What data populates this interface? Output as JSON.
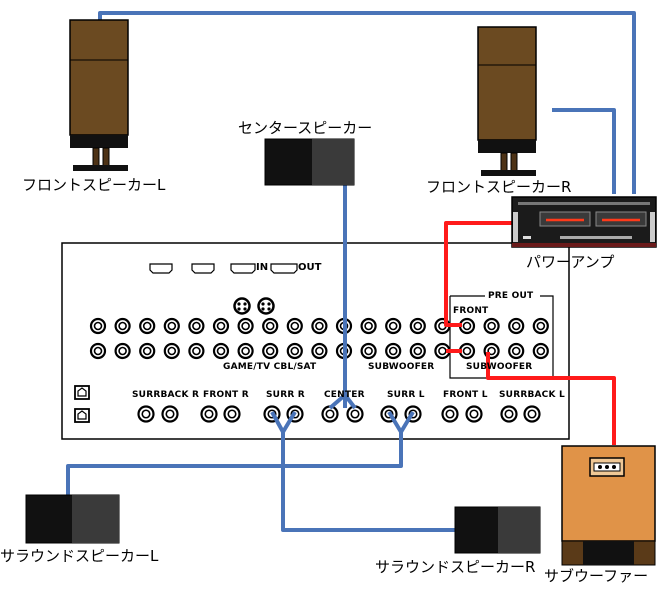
{
  "speakers": {
    "front_left": "フロントスピーカーL",
    "front_right": "フロントスピーカーR",
    "center": "センタースピーカー",
    "surround_left": "サラウンドスピーカーL",
    "surround_right": "サラウンドスピーカーR",
    "subwoofer": "サブウーファー",
    "power_amp": "パワーアンプ"
  },
  "receiver": {
    "io_in": "IN",
    "io_out": "OUT",
    "game_cbl_sat": "GAME/TV CBL/SAT",
    "subwoofer_row": "SUBWOOFER",
    "pre_out": "PRE OUT",
    "pre_out_front": "FRONT",
    "pre_out_subwoofer": "SUBWOOFER",
    "surrback_r": "SURRBACK R",
    "front_r": "FRONT R",
    "surr_r": "SURR R",
    "center": "CENTER",
    "surr_l": "SURR L",
    "front_l": "FRONT L",
    "surrback_l": "SURRBACK L"
  },
  "colors": {
    "speaker_cable": "#4a74b8",
    "preout_cable": "#ff1a1a",
    "wood_speaker": "#6b4a21",
    "subwoofer_body": "#e09348",
    "receiver_outline": "#000000"
  }
}
